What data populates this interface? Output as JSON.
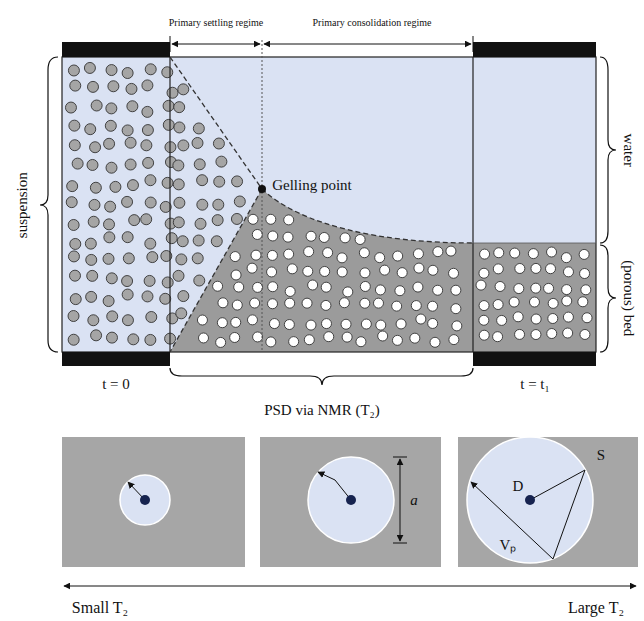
{
  "diagram": {
    "labels": [
      "Primary settling regime",
      "Primary consolidation regime",
      "water",
      "suspension",
      "Gelling point",
      "(porous) bed",
      "t = 0",
      "t = t₁",
      "PSD via NMR (T₂)",
      "a",
      "D",
      "S",
      "Vₚ",
      "Small T₂",
      "Large T₂"
    ]
  }
}
